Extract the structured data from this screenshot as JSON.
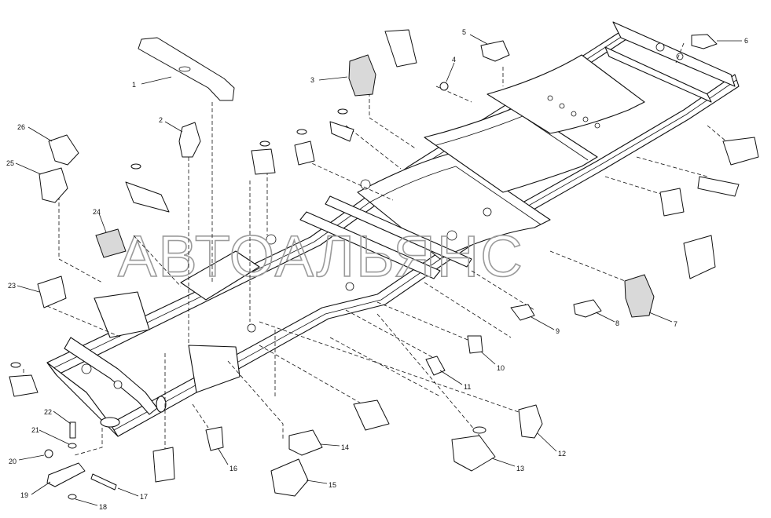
{
  "watermark": "АВТОАЛЬЯНС",
  "callouts": {
    "c1": "1",
    "c2": "2",
    "c3": "3",
    "c4": "4",
    "c5": "5",
    "c6": "6",
    "c7": "7",
    "c8": "8",
    "c9": "9",
    "c10": "10",
    "c11": "11",
    "c12": "12",
    "c13": "13",
    "c14": "14",
    "c15": "15",
    "c16": "16",
    "c17": "17",
    "c18": "18",
    "c19": "19",
    "c20": "20",
    "c21": "21",
    "c22": "22",
    "c23": "23",
    "c24": "24",
    "c25": "25",
    "c26": "26"
  }
}
